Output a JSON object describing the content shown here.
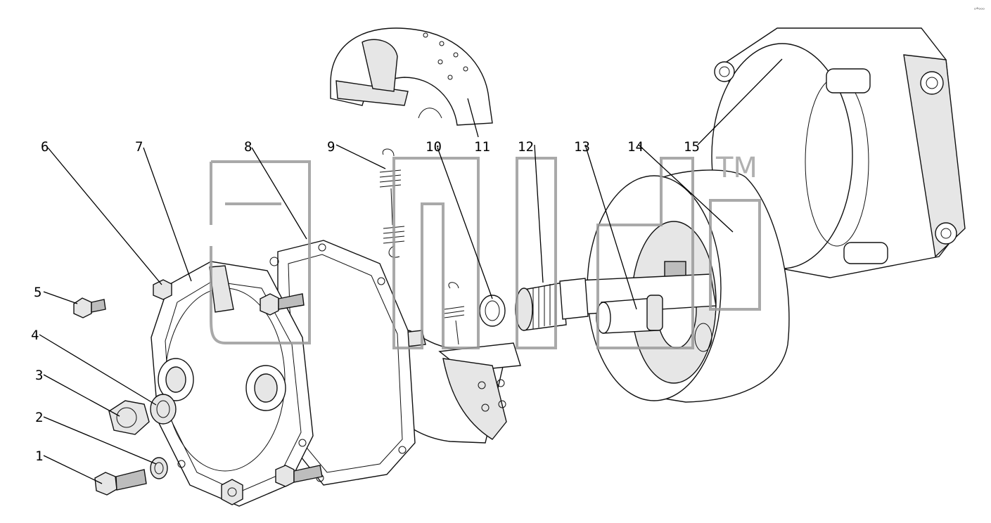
{
  "callouts": [
    {
      "num": "1"
    },
    {
      "num": "2"
    },
    {
      "num": "3"
    },
    {
      "num": "4"
    },
    {
      "num": "5"
    },
    {
      "num": "6"
    },
    {
      "num": "7"
    },
    {
      "num": "8"
    },
    {
      "num": "9"
    },
    {
      "num": "10"
    },
    {
      "num": "11"
    },
    {
      "num": "12"
    },
    {
      "num": "13"
    },
    {
      "num": "14"
    },
    {
      "num": "15"
    }
  ],
  "watermark": {
    "trademark": "TM"
  },
  "corner_mark": "ᵒ°ᵒᵒᵒ"
}
